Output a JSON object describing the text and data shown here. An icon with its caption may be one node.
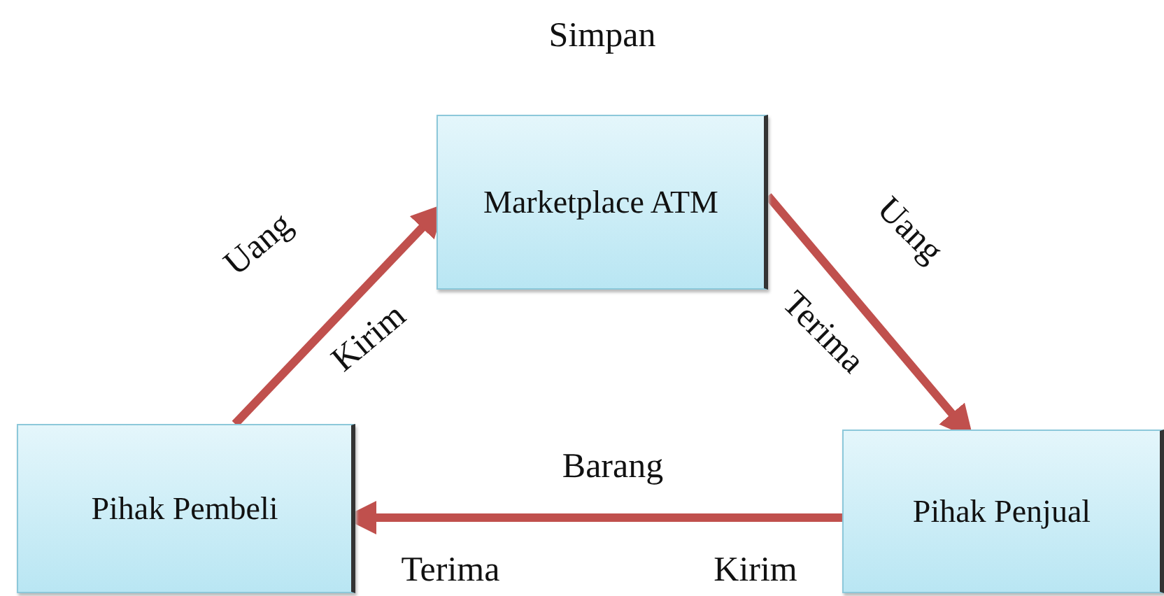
{
  "diagram": {
    "nodes": [
      {
        "text": [
          "Marketplace ATM"
        ],
        "beside": [
          "Simpan"
        ]
      },
      {
        "text": [
          "Pihak Pembeli"
        ]
      },
      {
        "text": [
          "Pihak Penjual"
        ]
      }
    ],
    "edges": [
      {
        "from": 1,
        "to": 0,
        "arrow": "to"
      },
      {
        "from": 0,
        "to": 2,
        "arrow": "to"
      },
      {
        "from": 2,
        "to": 1,
        "arrow": "to"
      }
    ],
    "labels": [
      "Uang",
      "Kirim",
      "Uang",
      "Terima",
      "Barang",
      "Terima",
      "Kirim"
    ]
  }
}
